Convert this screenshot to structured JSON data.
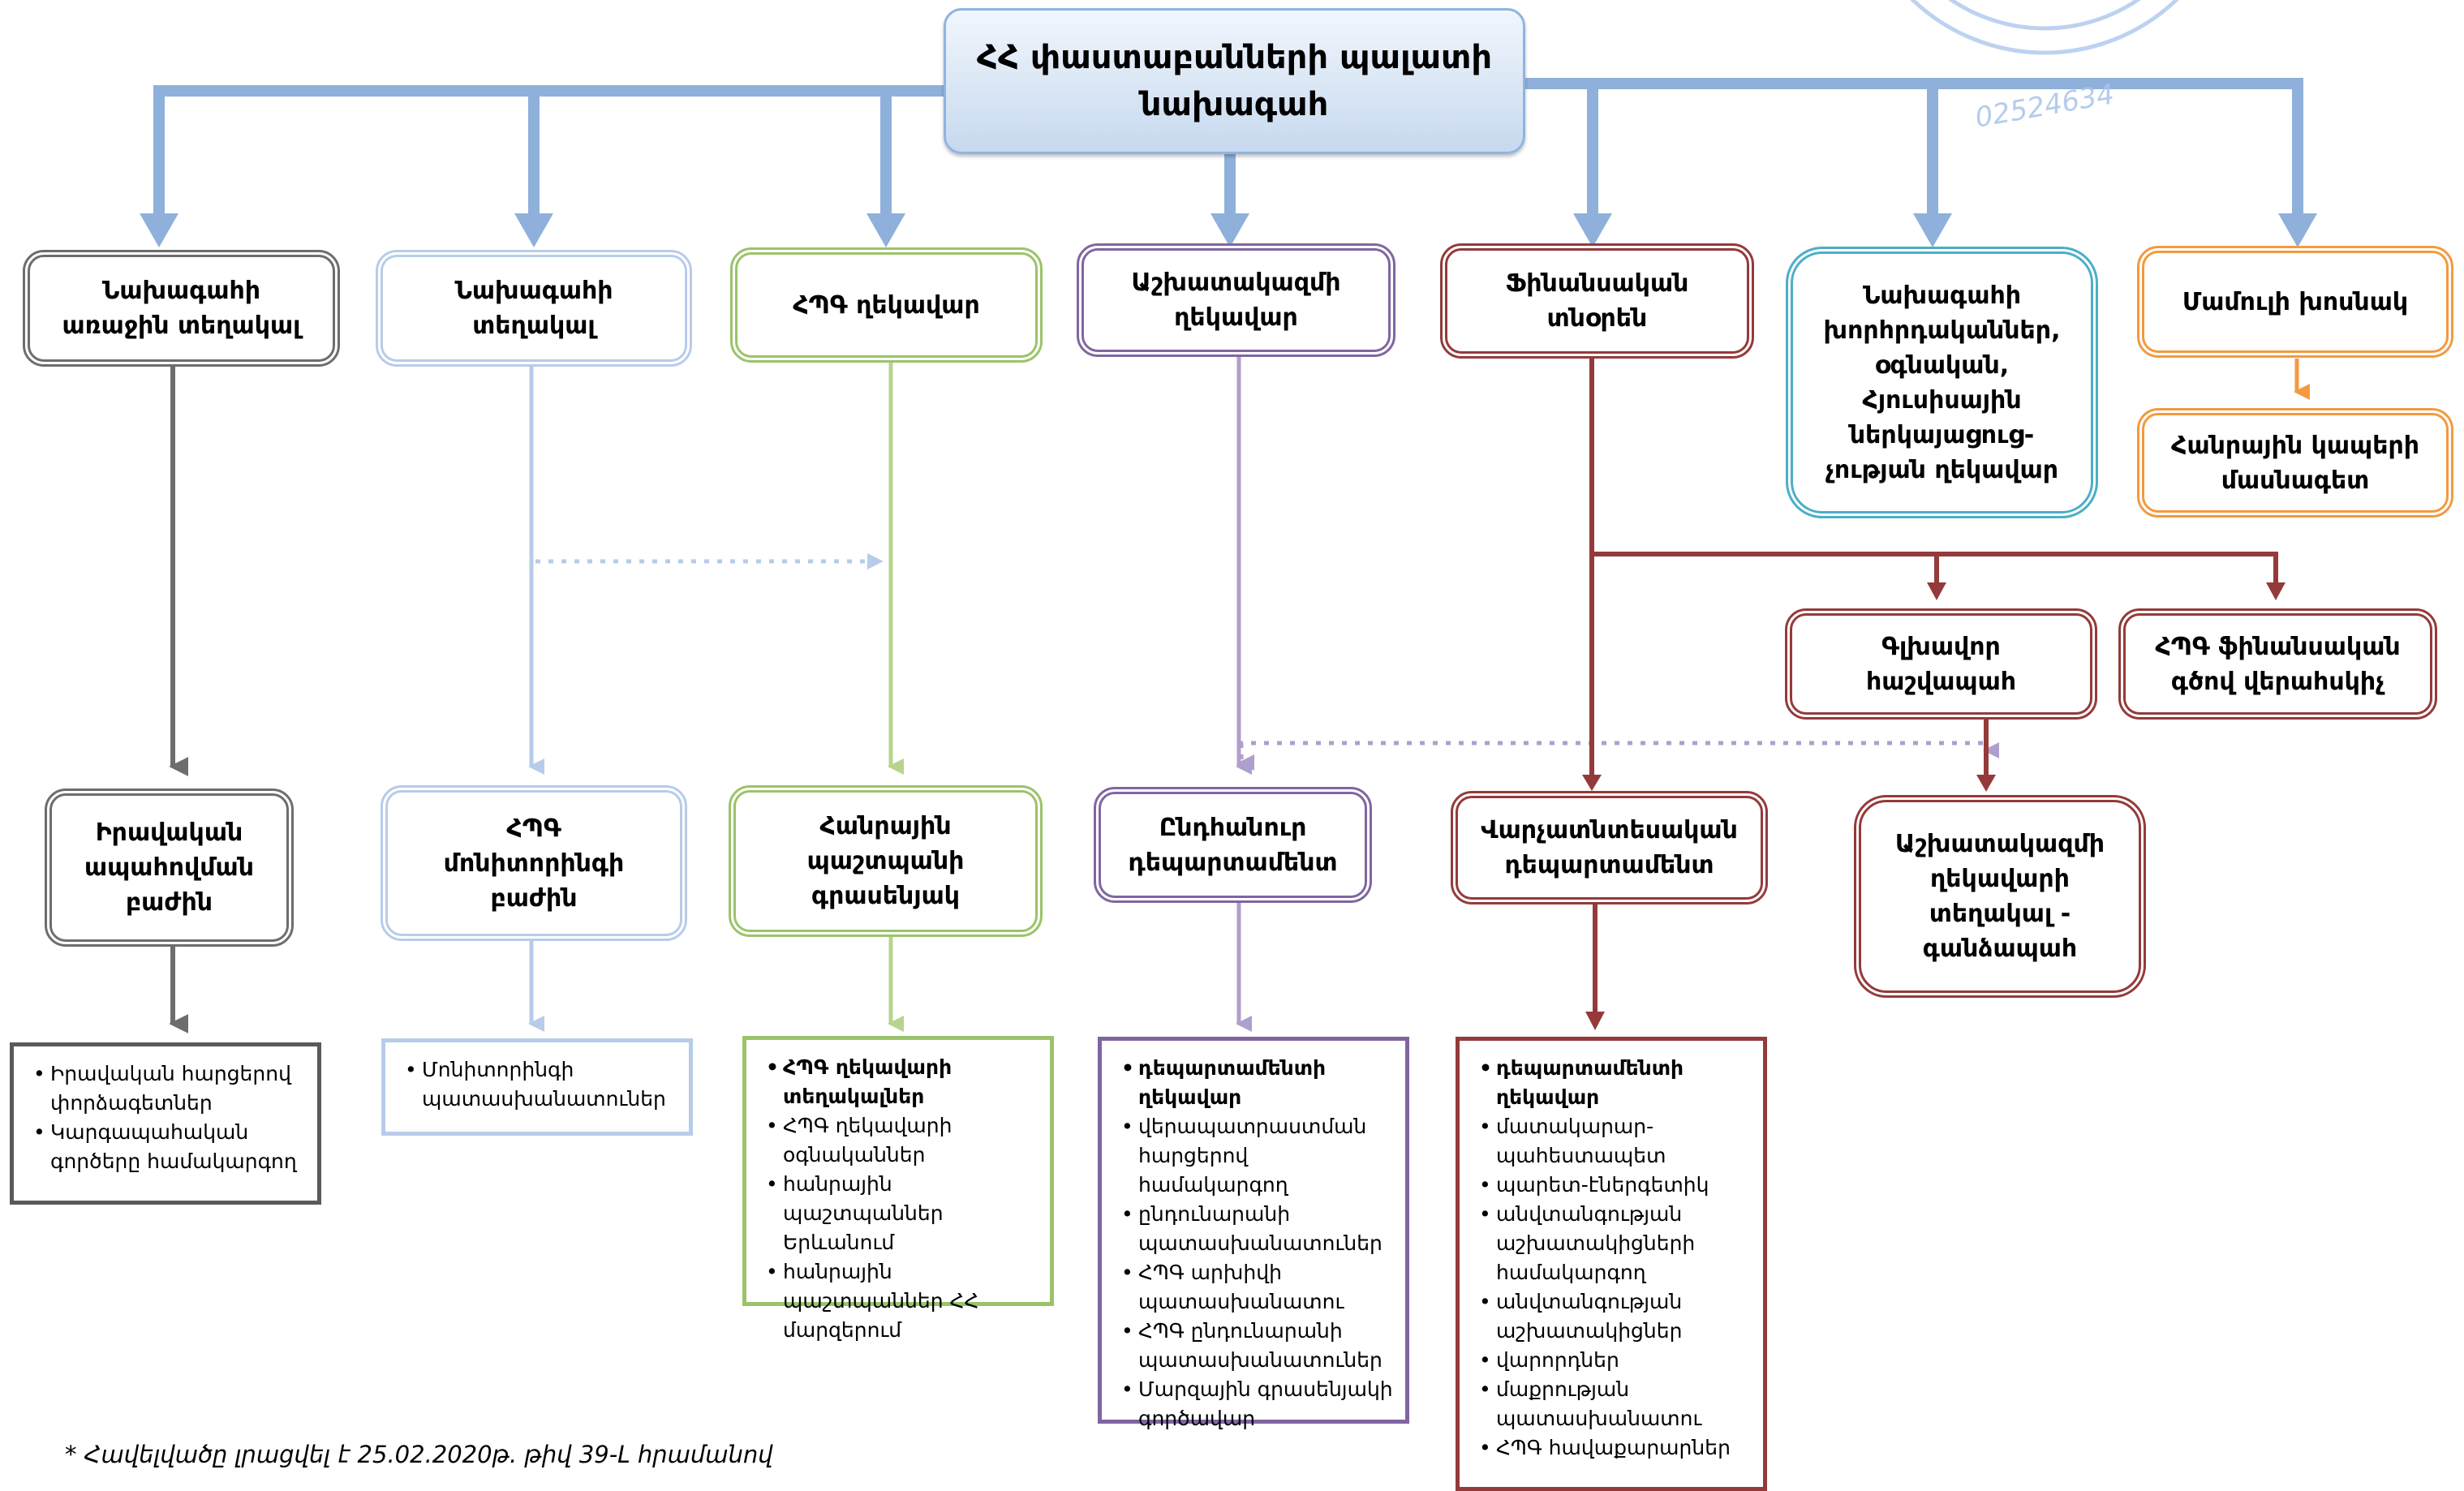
{
  "colors": {
    "blue": "#8fb0da",
    "gray": "#6d6d6d",
    "lightblue": "#b7cce9",
    "green": "#9bc36a",
    "purple": "#8065a1",
    "red": "#943a3a",
    "teal": "#4baec8",
    "orange": "#f39a3f"
  },
  "icons": {
    "seal": "round-stamp"
  },
  "top": {
    "title": "ՀՀ փաստաբանների պալատի\nնախագահ"
  },
  "boxes": {
    "first_deputy": "Նախագահի\nառաջին տեղակալ",
    "deputy": "Նախագահի\nտեղակալ",
    "hpg_head": "ՀՊԳ ղեկավար",
    "staff_head": "Աշխատակազմի\nղեկավար",
    "fin_director": "Ֆինանսական\nտնօրեն",
    "advisers": "Նախագահի\nխորհրդականներ,\nօգնական,\nՀյուսիսային\nներկայացուց-\nչության ղեկավար",
    "press_secretary": "Մամուլի խոսնակ",
    "pr_specialist": "Հանրային կապերի\nմասնագետ",
    "chief_accountant": "Գլխավոր\nհաշվապահ",
    "hpg_fin_controller": "ՀՊԳ ֆինանսական\nգծով վերահսկիչ",
    "legal_dept": "Իրավական\nապահովման\nբաժին",
    "hpg_monitoring": "ՀՊԳ\nմոնիտորինգի\nբաժին",
    "public_defender_office": "Հանրային\nպաշտպանի\nգրասենյակ",
    "general_dept": "Ընդհանուր\nդեպարտամենտ",
    "admin_dept": "Վարչատնտեսական\nդեպարտամենտ",
    "deputy_staff_treasurer": "Աշխատակազմի\nղեկավարի\nտեղակալ -\nգանձապահ"
  },
  "lists": {
    "legal": [
      "Իրավական հարցերով փորձագետներ",
      "Կարգապահական գործերը համակարգող"
    ],
    "monitoring": [
      "Մոնիտորինգի պատասխանատուներ"
    ],
    "public_defender": [
      "ՀՊԳ ղեկավարի տեղակալներ",
      "ՀՊԳ ղեկավարի օգնականներ",
      "հանրային պաշտպաններ Երևանում",
      "հանրային պաշտպաններ ՀՀ մարզերում"
    ],
    "general": [
      "դեպարտամենտի ղեկավար",
      "վերապատրաստման հարցերով համակարգող",
      "ընդունարանի պատասխանատուներ",
      "ՀՊԳ արխիվի պատասխանատու",
      "ՀՊԳ ընդունարանի պատասխանատուներ",
      "Մարզային գրասենյակի գործավար"
    ],
    "admin": [
      "դեպարտամենտի ղեկավար",
      "մատակարար-պահեստապետ",
      "պարետ-էներգետիկ",
      "անվտանգության աշխատակիցների համակարգող",
      "անվտանգության աշխատակիցներ",
      "վարորդներ",
      "մաքրության պատասխանատու",
      "ՀՊԳ հավաքարարներ"
    ]
  },
  "footnote": "* Հավելվածը լրացվել է 25.02.2020թ. թիվ 39-Լ հրամանով",
  "seal": {
    "number": "02524634"
  }
}
